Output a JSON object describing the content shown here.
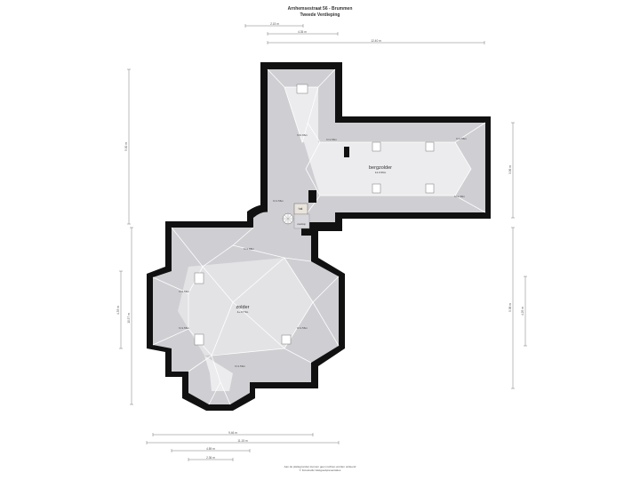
{
  "header": {
    "title": "Arnhemsestraat 56 - Brummen",
    "subtitle": "Tweede Verdieping"
  },
  "footer": {
    "line1": "Aan de plattegronden kunnen geen rechten worden ontleend",
    "line2": "© Fotostudio Vastgoedpresentaties"
  },
  "dimensions": {
    "top_1": "2.15 m",
    "top_2": "4.35 m",
    "top_3": "12.40 m",
    "left_1": "5.90 m",
    "left_2": "4.53 m",
    "left_3": "10.57 m",
    "right_1": "3.56 m",
    "right_2": "5.38 m",
    "right_3": "4.25 m",
    "bottom_1": "9.46 m",
    "bottom_2": "11.15 m",
    "bottom_3": "4.89 m",
    "bottom_4": "2.36 m"
  },
  "rooms": {
    "bergzolder": {
      "name": "bergzolder",
      "area": "14.0 96m"
    },
    "zolder": {
      "name": "zolder",
      "area": "4+.17 5m"
    },
    "hal": {
      "name": "hal"
    },
    "overloop": {
      "name": "overloop"
    }
  },
  "heights": {
    "h1": "h=0.96m",
    "h2": "h=1.56m",
    "h3": "h=1.56m",
    "h4": "h=1.39m",
    "h5": "h=1.56m",
    "h6": "h=1.88m",
    "h7": "h=1.56m",
    "h8": "h=1.56m",
    "h9": "h=1.56m",
    "h10": "h=1.59m"
  }
}
